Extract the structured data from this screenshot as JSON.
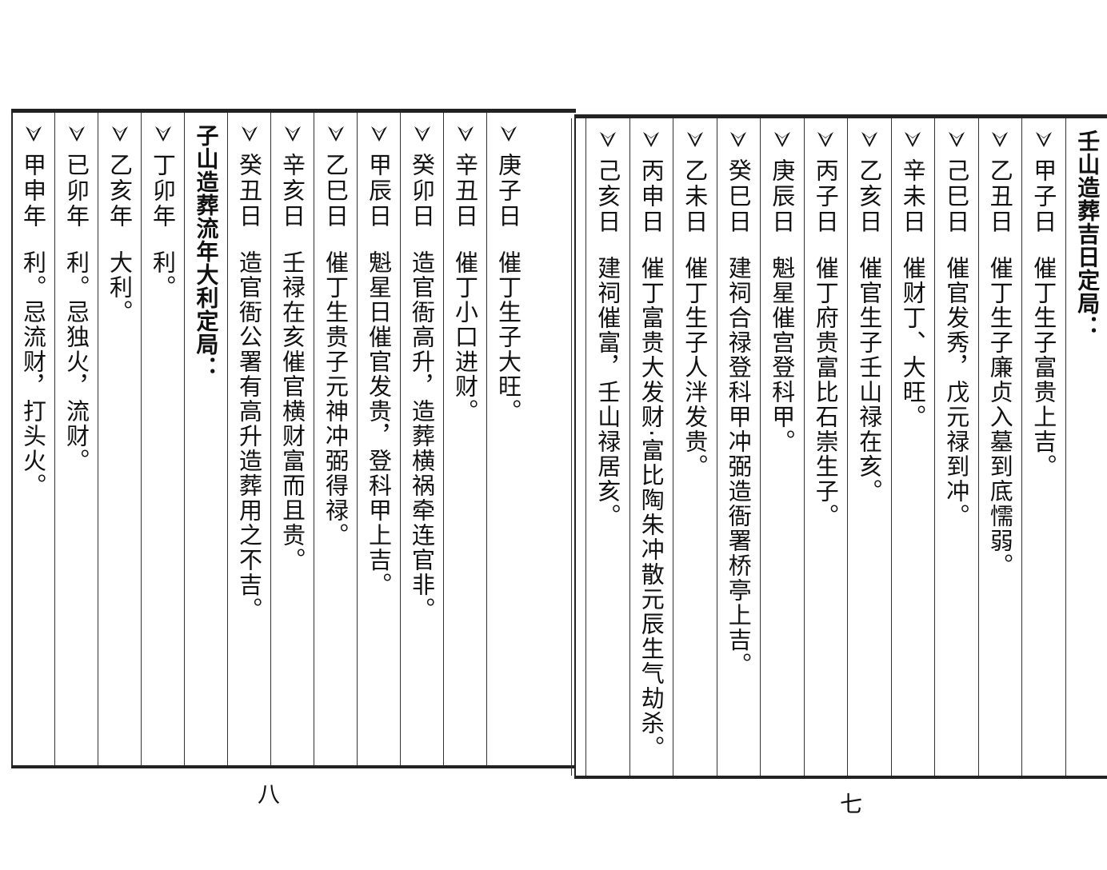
{
  "left_page": {
    "page_number": "八",
    "columns": [
      {
        "type": "entry",
        "day": "庚子日",
        "text": "催丁生子大旺。"
      },
      {
        "type": "entry",
        "day": "辛丑日",
        "text": "催丁小口进财。"
      },
      {
        "type": "entry",
        "day": "癸卯日",
        "text": "造官衙高升，造葬横祸牵连官非。"
      },
      {
        "type": "entry",
        "day": "甲辰日",
        "text": "魁星日催官发贵，登科甲上吉。"
      },
      {
        "type": "entry",
        "day": "乙巳日",
        "text": "催丁生贵子元神冲弼得禄。"
      },
      {
        "type": "entry",
        "day": "辛亥日",
        "text": "壬禄在亥催官横财富而且贵。"
      },
      {
        "type": "entry",
        "day": "癸丑日",
        "text": "造官衙公署有高升造葬用之不吉。"
      },
      {
        "type": "heading",
        "text": "子山造葬流年大利定局："
      },
      {
        "type": "entry",
        "day": "丁卯年",
        "text": "利。"
      },
      {
        "type": "entry",
        "day": "乙亥年",
        "text": "大利。"
      },
      {
        "type": "entry",
        "day": "已卯年",
        "text": "利。忌独火，流财。"
      },
      {
        "type": "entry",
        "day": "甲申年",
        "text": "利。忌流财，打头火。"
      }
    ]
  },
  "right_page": {
    "page_number": "七",
    "columns": [
      {
        "type": "heading",
        "text": "壬山造葬吉日定局："
      },
      {
        "type": "entry",
        "day": "甲子日",
        "text": "催丁生子富贵上吉。"
      },
      {
        "type": "entry",
        "day": "乙丑日",
        "text": "催丁生子廉贞入墓到底懦弱。"
      },
      {
        "type": "entry",
        "day": "己巳日",
        "text": "催官发秀，戊元禄到冲。"
      },
      {
        "type": "entry",
        "day": "辛未日",
        "text": "催财丁、大旺。"
      },
      {
        "type": "entry",
        "day": "乙亥日",
        "text": "催官生子壬山禄在亥。"
      },
      {
        "type": "entry",
        "day": "丙子日",
        "text": "催丁府贵富比石崇生子。"
      },
      {
        "type": "entry",
        "day": "庚辰日",
        "text": "魁星催宫登科甲。"
      },
      {
        "type": "entry",
        "day": "癸巳日",
        "text": "建祠合禄登科甲冲弼造衙署桥亭上吉。"
      },
      {
        "type": "entry",
        "day": "乙未日",
        "text": "催丁生子人泮发贵。"
      },
      {
        "type": "entry",
        "day": "丙申日",
        "text": "催丁富贵大发财·富比陶朱冲散元辰生气劫杀。"
      },
      {
        "type": "entry",
        "day": "己亥日",
        "text": "建祠催富，壬山禄居亥。"
      }
    ]
  },
  "marker_icon": "check-arrow-icon"
}
